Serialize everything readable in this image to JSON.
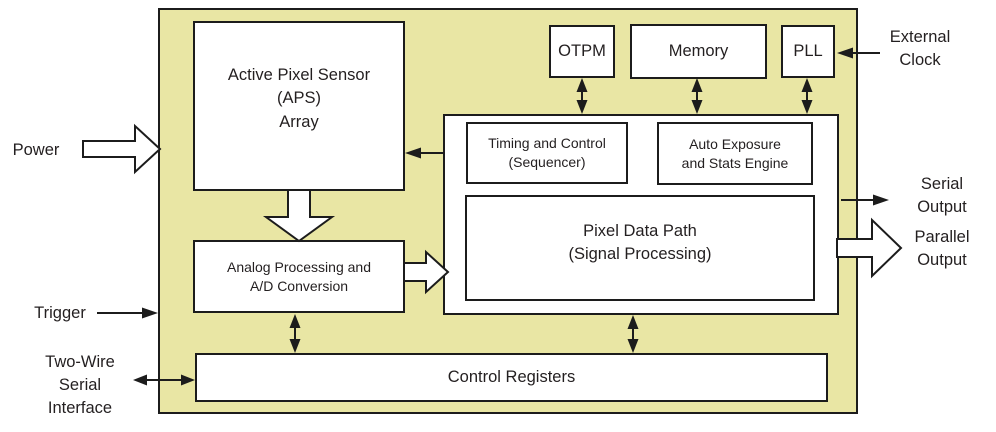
{
  "figure": {
    "description": "Image sensor functional block diagram",
    "colors": {
      "chip_fill": "#e9e6a4",
      "block_fill": "#ffffff",
      "line": "#1c1c1c",
      "text": "#231f20"
    },
    "blocks": {
      "aps": "Active Pixel Sensor\n(APS)\nArray",
      "otpm": "OTPM",
      "memory": "Memory",
      "pll": "PLL",
      "timing_control": "Timing and Control\n(Sequencer)",
      "auto_exposure": "Auto Exposure\nand Stats Engine",
      "pixel_data_path": "Pixel Data Path\n(Signal Processing)",
      "analog_processing": "Analog Processing and\nA/D Conversion",
      "control_registers": "Control Registers"
    },
    "external_labels": {
      "power": "Power",
      "trigger": "Trigger",
      "two_wire": "Two-Wire\nSerial\nInterface",
      "external_clock": "External\nClock",
      "serial_output": "Serial\nOutput",
      "parallel_output": "Parallel\nOutput"
    },
    "connections": [
      {
        "from": "Power",
        "to": "chip",
        "style": "wide-hollow-arrow"
      },
      {
        "from": "Trigger",
        "to": "chip",
        "style": "signal-arrow"
      },
      {
        "from": "Two-Wire Serial Interface",
        "to": "Control Registers",
        "style": "bidirectional"
      },
      {
        "from": "External Clock",
        "to": "PLL",
        "style": "signal-arrow"
      },
      {
        "from": "Active Pixel Sensor (APS) Array",
        "to": "Analog Processing and A/D Conversion",
        "style": "wide-hollow-arrow"
      },
      {
        "from": "Analog Processing and A/D Conversion",
        "to": "Pixel Data Path (Signal Processing)",
        "style": "wide-hollow-arrow"
      },
      {
        "from": "Timing and Control (Sequencer)",
        "to": "Active Pixel Sensor (APS) Array",
        "style": "signal-arrow"
      },
      {
        "from": "OTPM",
        "to": "digital core",
        "style": "bidirectional"
      },
      {
        "from": "Memory",
        "to": "digital core",
        "style": "bidirectional"
      },
      {
        "from": "PLL",
        "to": "digital core",
        "style": "bidirectional"
      },
      {
        "from": "Analog Processing and A/D Conversion",
        "to": "Control Registers",
        "style": "bidirectional"
      },
      {
        "from": "digital core",
        "to": "Control Registers",
        "style": "bidirectional"
      },
      {
        "from": "Pixel Data Path (Signal Processing)",
        "to": "Serial Output",
        "style": "signal-arrow"
      },
      {
        "from": "Pixel Data Path (Signal Processing)",
        "to": "Parallel Output",
        "style": "wide-hollow-arrow"
      }
    ]
  }
}
